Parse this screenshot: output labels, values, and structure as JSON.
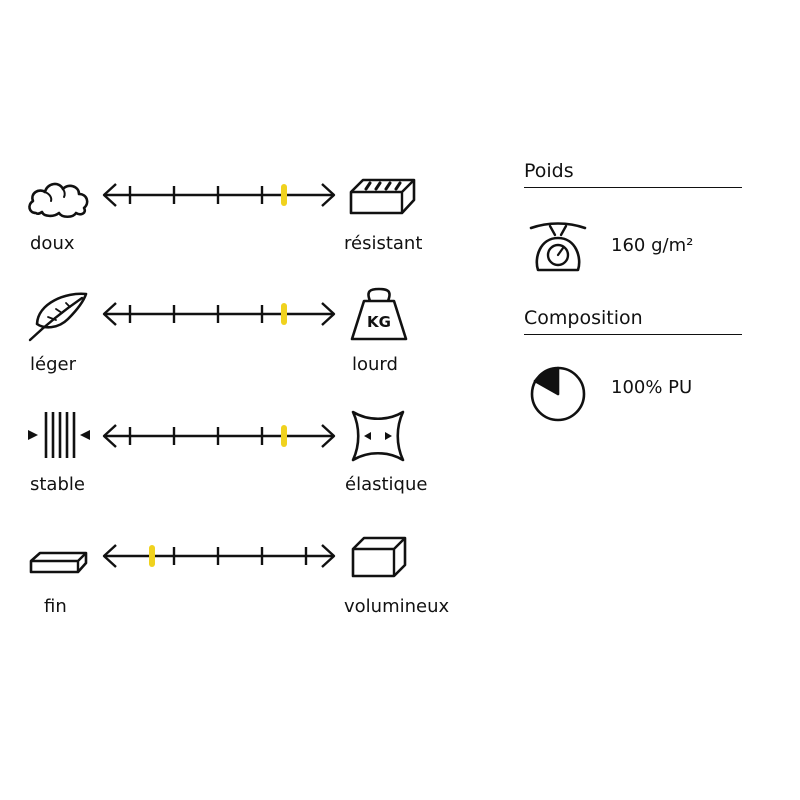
{
  "colors": {
    "ink": "#111111",
    "accent": "#f0d21e"
  },
  "scales": [
    {
      "left_label": "doux",
      "right_label": "résistant",
      "left_icon": "cloud-icon",
      "right_icon": "brick-icon",
      "marker_fraction": 0.875
    },
    {
      "left_label": "léger",
      "right_label": "lourd",
      "left_icon": "feather-icon",
      "right_icon": "kg-weight-icon",
      "right_icon_text": "KG",
      "marker_fraction": 0.875
    },
    {
      "left_label": "stable",
      "right_label": "élastique",
      "left_icon": "compressed-lines-icon",
      "right_icon": "stretch-icon",
      "marker_fraction": 0.875
    },
    {
      "left_label": "fin",
      "right_label": "volumineux",
      "left_icon": "thin-slab-icon",
      "right_icon": "box-icon",
      "marker_fraction": 0.125
    }
  ],
  "weight": {
    "title": "Poids",
    "value": "160 g/m²",
    "icon": "scale-icon"
  },
  "composition": {
    "title": "Composition",
    "value": "100% PU",
    "icon": "pie-chart-icon"
  }
}
